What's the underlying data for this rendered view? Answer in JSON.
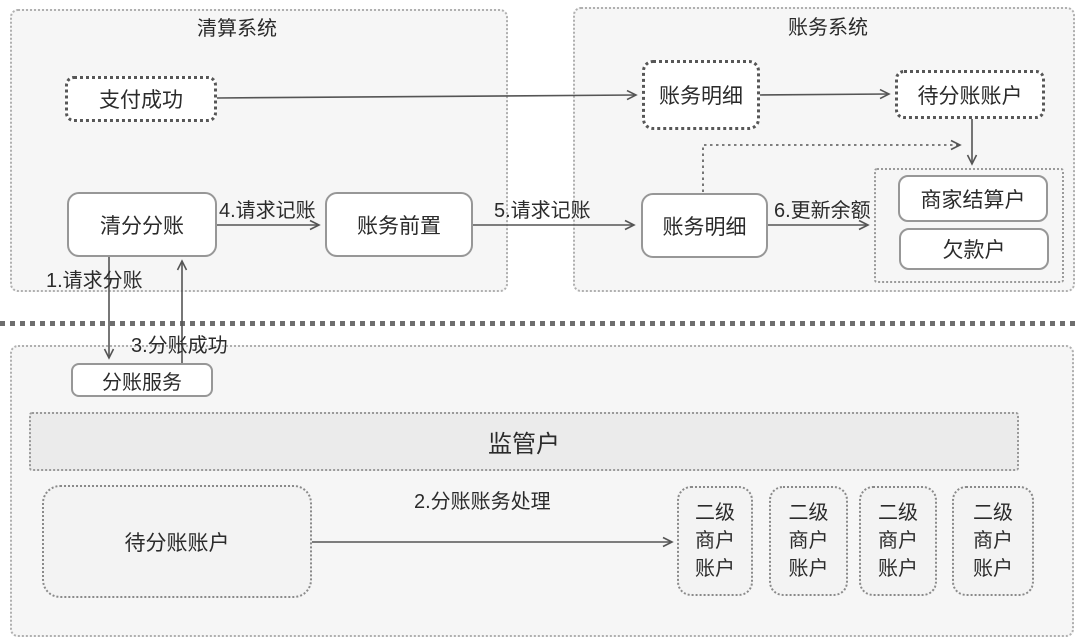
{
  "clearing_system": {
    "title": "清算系统",
    "payment_success": "支付成功",
    "clearing_split": "清分分账",
    "accounting_front": "账务前置"
  },
  "accounting_system": {
    "title": "账务系统",
    "ledger_detail_event": "账务明细",
    "pending_split_account": "待分账账户",
    "ledger_detail": "账务明细",
    "merchant_settlement": "商家结算户",
    "debt_account": "欠款户"
  },
  "split_layer": {
    "split_service": "分账服务",
    "supervision_account": "监管户",
    "pending_split_account": "待分账账户",
    "sub_accounts": [
      {
        "lines": [
          "二级",
          "商户",
          "账户"
        ]
      },
      {
        "lines": [
          "二级",
          "商户",
          "账户"
        ]
      },
      {
        "lines": [
          "二级",
          "商户",
          "账户"
        ]
      },
      {
        "lines": [
          "二级",
          "商户",
          "账户"
        ]
      }
    ]
  },
  "edges": {
    "request_split": "1.请求分账",
    "split_processing": "2.分账账务处理",
    "split_success": "3.分账成功",
    "request_ledger_4": "4.请求记账",
    "request_ledger_5": "5.请求记账",
    "update_balance": "6.更新余额"
  },
  "colors": {
    "container_fill": "#f6f6f6",
    "container_border": "#b0b0b0",
    "node_border": "#979797",
    "event_border": "#575757",
    "supervision_fill": "#ebebeb",
    "arrow": "#555555",
    "text": "#2b2b2b"
  }
}
